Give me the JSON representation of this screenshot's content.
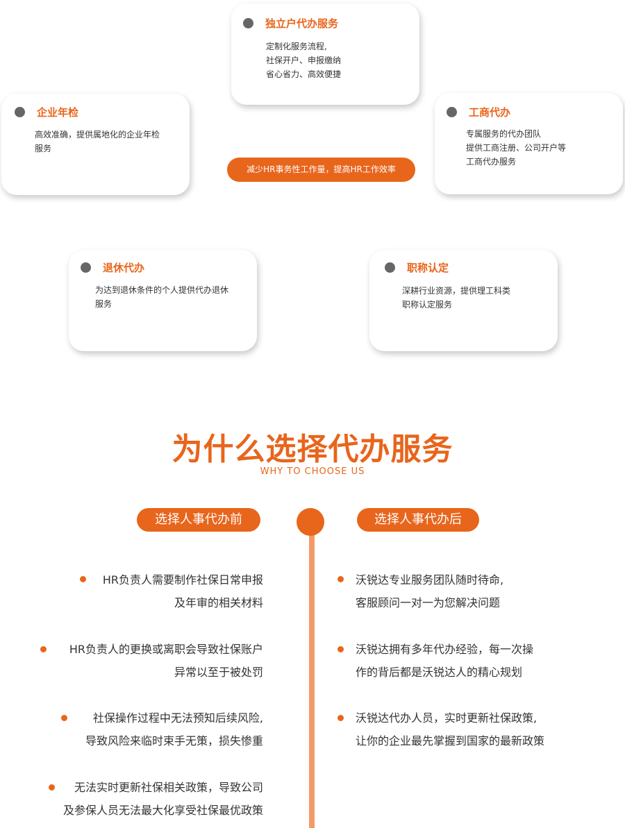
{
  "services": [
    {
      "title": "独立户代办服务",
      "desc": "定制化服务流程,\n社保开户、申报缴纳\n省心省力、高效便捷"
    },
    {
      "title": "企业年检",
      "desc": "高效准确，提供属地化的企业年检\n服务"
    },
    {
      "title": "工商代办",
      "desc": "专属服务的代办团队\n提供工商注册、公司开户等\n工商代办服务"
    },
    {
      "title": "退休代办",
      "desc": "为达到退休条件的个人提供代办退休\n服务"
    },
    {
      "title": "职称认定",
      "desc": "深耕行业资源，提供理工科类\n职称认定服务"
    }
  ],
  "center_slogan": "减少HR事务性工作量，提高HR工作效率",
  "why": {
    "title": "为什么选择代办服务",
    "subtitle": "WHY TO CHOOSE US",
    "before_label": "选择人事代办前",
    "after_label": "选择人事代办后",
    "before_items": [
      "HR负责人需要制作社保日常申报\n及年审的相关材料",
      "HR负责人的更换或离职会导致社保账户\n异常以至于被处罚",
      "社保操作过程中无法预知后续风险,\n导致风险来临时束手无策，损失惨重",
      "无法实时更新社保相关政策，导致公司\n及参保人员无法最大化享受社保最优政策"
    ],
    "after_items": [
      "沃锐达专业服务团队随时待命,\n客服顾问一对一为您解决问题",
      "沃锐达拥有多年代办经验，每一次操\n作的背后都是沃锐达人的精心规划",
      "沃锐达代办人员，实时更新社保政策,\n让你的企业最先掌握到国家的最新政策"
    ]
  },
  "colors": {
    "accent": "#e8651c",
    "timeline": "#f39b66",
    "dot": "#666666"
  }
}
